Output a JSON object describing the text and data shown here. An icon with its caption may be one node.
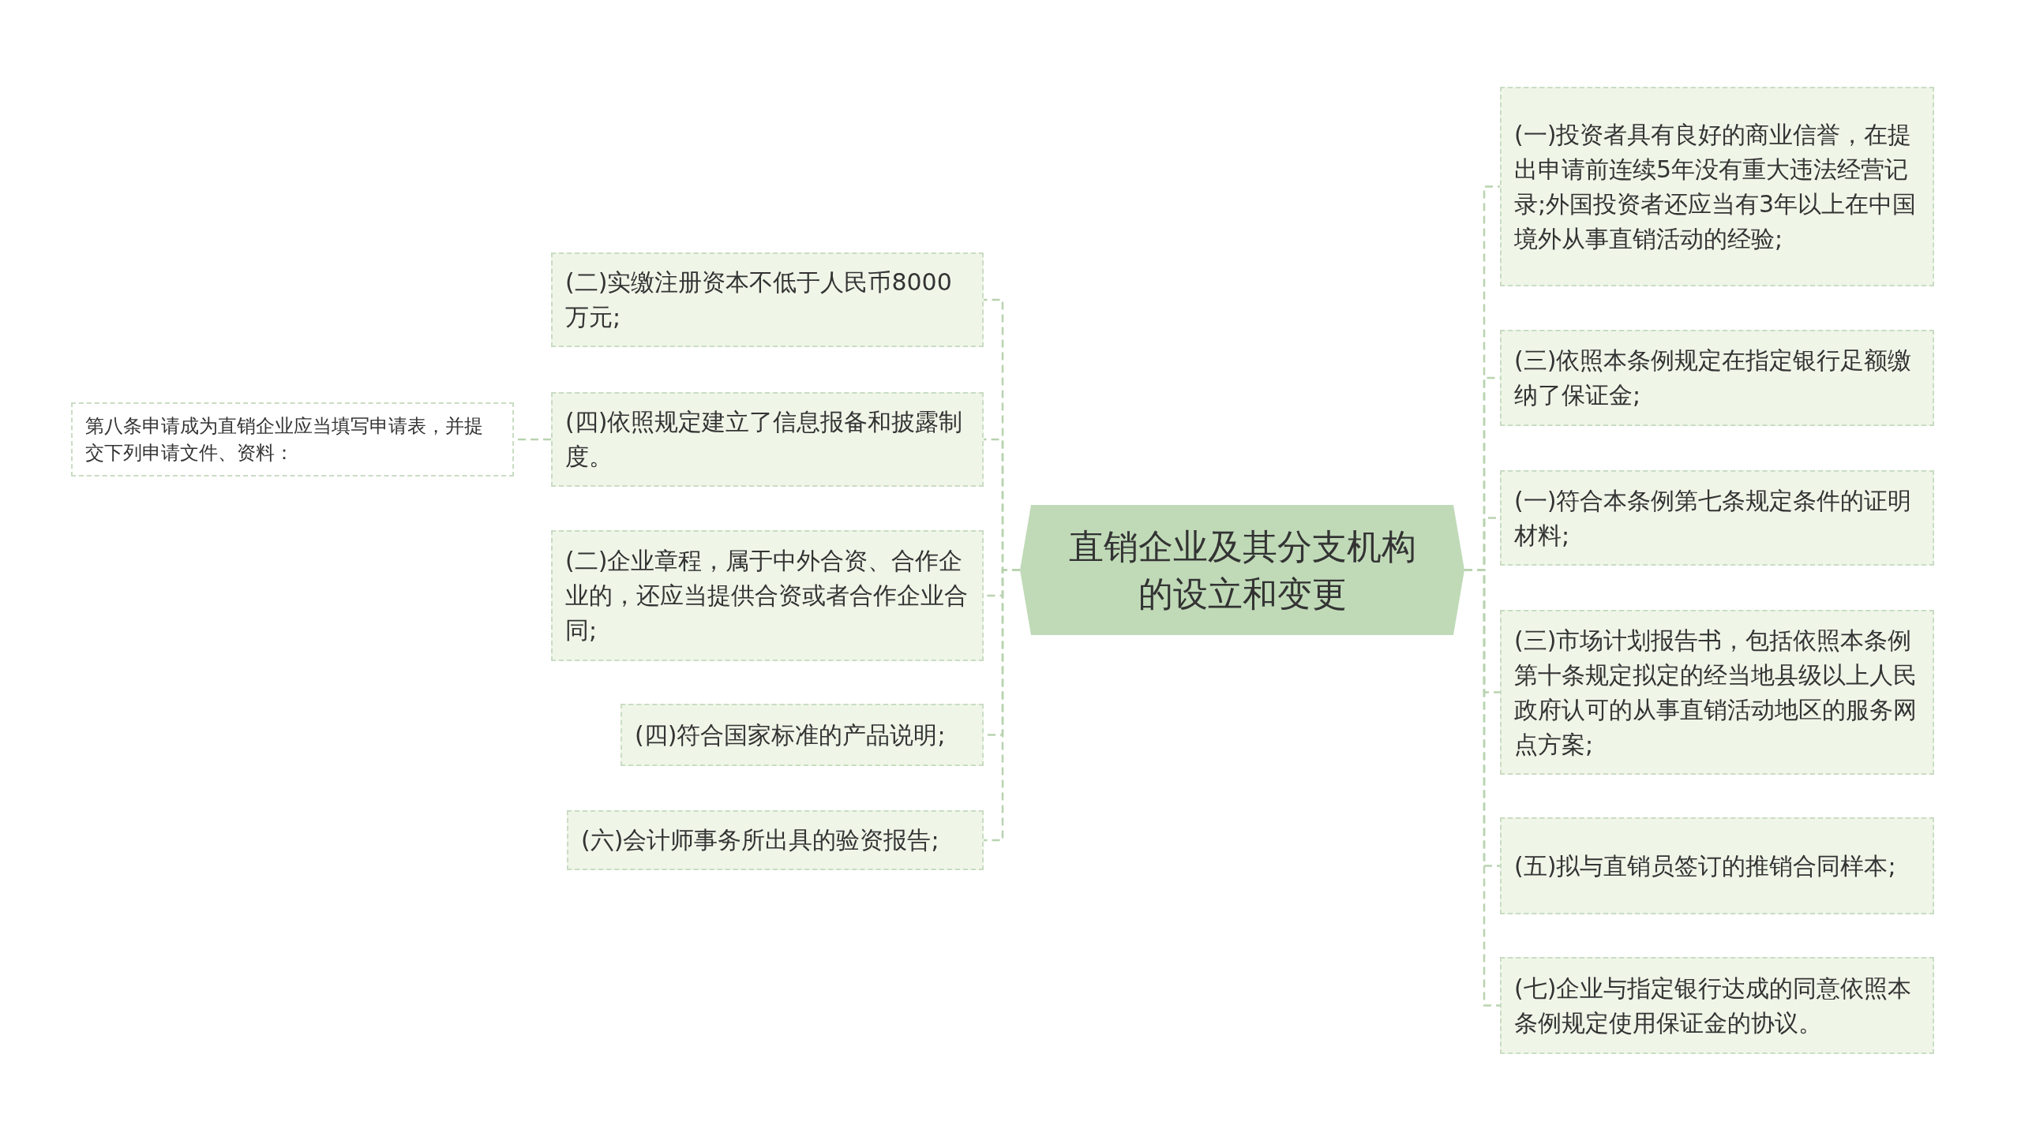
{
  "diagram": {
    "nodes": [
      {
        "text": [
          "直销企业及其分支机构的设立和变更"
        ]
      },
      {
        "text": [
          "(二)实缴注册资本不低于人民币8000万元;"
        ]
      },
      {
        "text": [
          "(四)依照规定建立了信息报备和披露制度。"
        ]
      },
      {
        "text": [
          "(二)企业章程，属于中外合资、合作企业的，还应当提供合资或者合作企业合同;"
        ]
      },
      {
        "text": [
          "(四)符合国家标准的产品说明;"
        ]
      },
      {
        "text": [
          "(六)会计师事务所出具的验资报告;"
        ]
      },
      {
        "text": [
          "第八条申请成为直销企业应当填写申请表，并提交下列申请文件、资料："
        ]
      },
      {
        "text": [
          "(一)投资者具有良好的商业信誉，在提出申请前连续5年没有重大违法经营记录;外国投资者还应当有3年以上在中国境外从事直销活动的经验;"
        ]
      },
      {
        "text": [
          "(三)依照本条例规定在指定银行足额缴纳了保证金;"
        ]
      },
      {
        "text": [
          "(一)符合本条例第七条规定条件的证明材料;"
        ]
      },
      {
        "text": [
          "(三)市场计划报告书，包括依照本条例第十条规定拟定的经当地县级以上人民政府认可的从事直销活动地区的服务网点方案;"
        ]
      },
      {
        "text": [
          "(五)拟与直销员签订的推销合同样本;"
        ]
      },
      {
        "text": [
          "(七)企业与指定银行达成的同意依照本条例规定使用保证金的协议。"
        ]
      }
    ],
    "edges": [
      {
        "from": 0,
        "to": 1,
        "arrow": "none"
      },
      {
        "from": 0,
        "to": 2,
        "arrow": "none"
      },
      {
        "from": 0,
        "to": 3,
        "arrow": "none"
      },
      {
        "from": 0,
        "to": 4,
        "arrow": "none"
      },
      {
        "from": 0,
        "to": 5,
        "arrow": "none"
      },
      {
        "from": 2,
        "to": 6,
        "arrow": "none"
      },
      {
        "from": 0,
        "to": 7,
        "arrow": "none"
      },
      {
        "from": 0,
        "to": 8,
        "arrow": "none"
      },
      {
        "from": 0,
        "to": 9,
        "arrow": "none"
      },
      {
        "from": 0,
        "to": 10,
        "arrow": "none"
      },
      {
        "from": 0,
        "to": 11,
        "arrow": "none"
      },
      {
        "from": 0,
        "to": 12,
        "arrow": "none"
      }
    ]
  }
}
